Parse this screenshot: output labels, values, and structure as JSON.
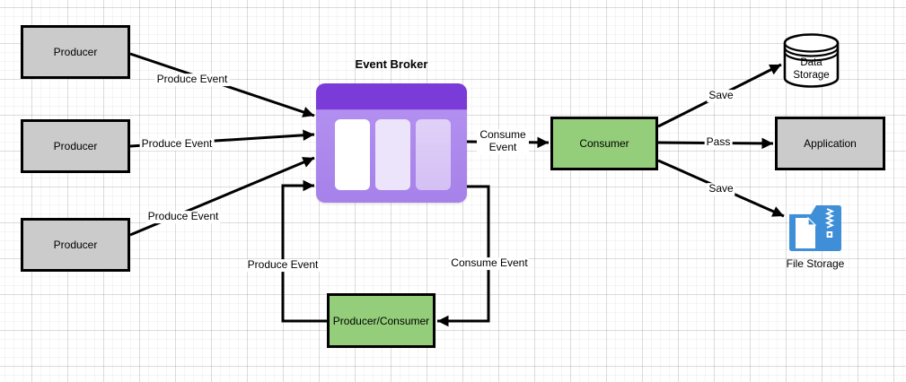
{
  "nodes": {
    "producers": [
      {
        "label": "Producer"
      },
      {
        "label": "Producer"
      },
      {
        "label": "Producer"
      }
    ],
    "event_broker": {
      "title": "Event Broker"
    },
    "consumer": {
      "label": "Consumer"
    },
    "producer_consumer": {
      "label": "Producer/Consumer"
    },
    "application": {
      "label": "Application"
    },
    "data_storage": {
      "label": "Data Storage"
    },
    "file_storage": {
      "label": "File Storage"
    }
  },
  "edge_labels": {
    "produce_event_1": "Produce Event",
    "produce_event_2": "Produce Event",
    "produce_event_3": "Produce Event",
    "produce_event_loop": "Produce Event",
    "consume_event_loop": "Consume Event",
    "consume_event_main": "Consume Event",
    "save_data": "Save",
    "pass": "Pass",
    "save_file": "Save"
  },
  "colors": {
    "producer_fill": "#cbcbcb",
    "consumer_fill": "#94ce7a",
    "broker_header": "#7a3bd8",
    "broker_body": "#b593f1",
    "broker_partition_light": "#ece4fb",
    "broker_partition_mid": "#d9c7f6",
    "file_storage_blue": "#3e8ed8",
    "stroke": "#000000"
  }
}
